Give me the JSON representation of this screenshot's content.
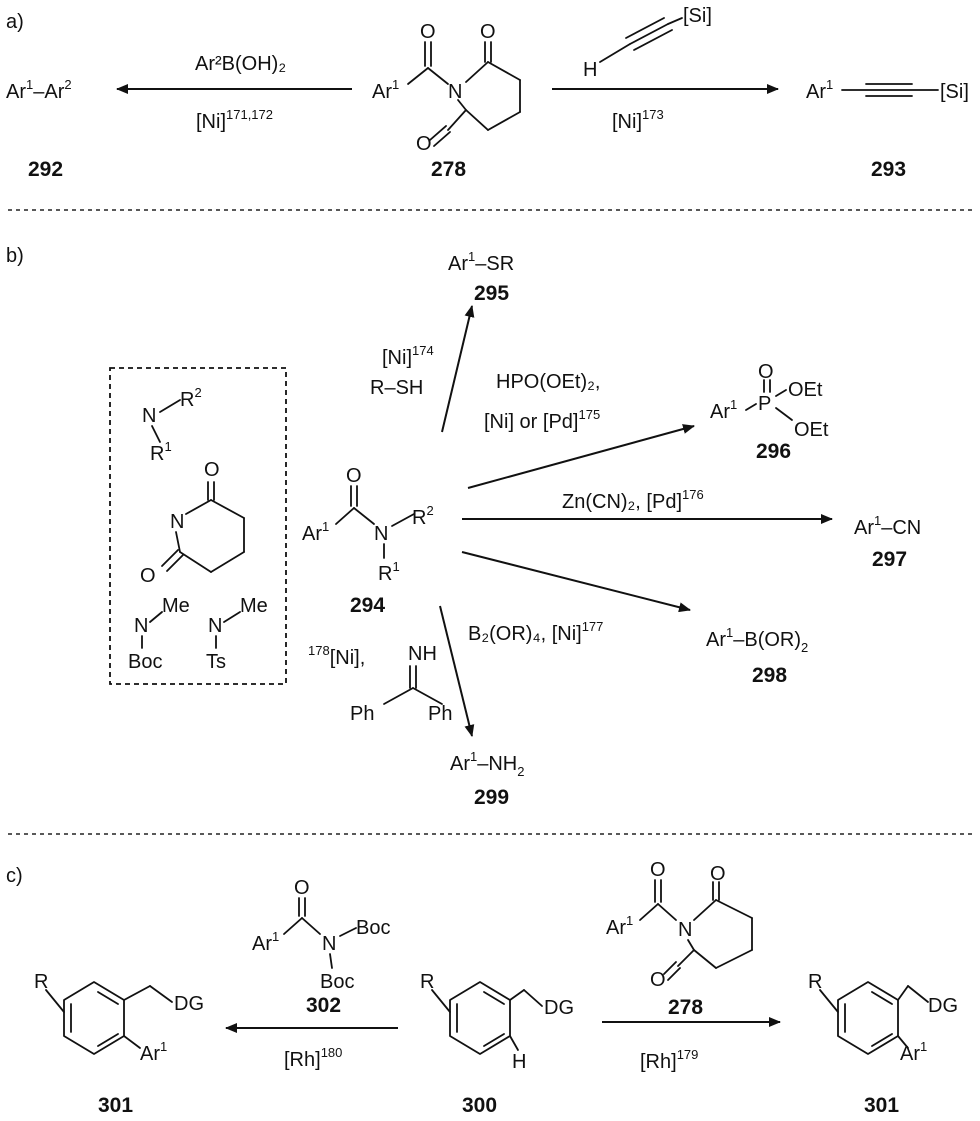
{
  "panels": {
    "a": "a)",
    "b": "b)",
    "c": "c)"
  },
  "compounds": {
    "c292": "292",
    "c278": "278",
    "c293": "293",
    "c294": "294",
    "c295": "295",
    "c296": "296",
    "c297": "297",
    "c298": "298",
    "c299": "299",
    "c300": "300",
    "c301_left": "301",
    "c301_right": "301",
    "c302": "302",
    "c278_c": "278"
  },
  "atoms": {
    "Ar": "Ar",
    "one": "1",
    "two": "2",
    "O": "O",
    "N": "N",
    "H": "H",
    "Si": "[Si]",
    "R": "R",
    "DG": "DG",
    "Me": "Me",
    "Boc": "Boc",
    "Ts": "Ts",
    "P": "P",
    "OEt": "OEt",
    "Ph": "Ph",
    "NH": "NH",
    "dash": "–"
  },
  "products": {
    "p295": "Ar¹–SR",
    "p297": "Ar¹–CN"
  },
  "conditions": {
    "a_left_top": "Ar²B(OH)₂",
    "a_left_bottom_main": "[Ni]",
    "a_left_bottom_ref": "171,172",
    "a_right_bottom_main": "[Ni]",
    "a_right_bottom_ref": "173",
    "b_295_1": "[Ni]",
    "b_295_ref": "174",
    "b_295_2": "R–SH",
    "b_296_1": "HPO(OEt)₂,",
    "b_296_2": "[Ni] or [Pd]",
    "b_296_ref": "175",
    "b_297": "Zn(CN)₂, [Pd]",
    "b_297_ref": "176",
    "b_298": "B₂(OR)₄, [Ni]",
    "b_298_ref": "177",
    "b_299_ref": "178",
    "b_299_main": "[Ni],",
    "c_left_main": "[Rh]",
    "c_left_ref": "180",
    "c_right_main": "[Rh]",
    "c_right_ref": "179"
  }
}
